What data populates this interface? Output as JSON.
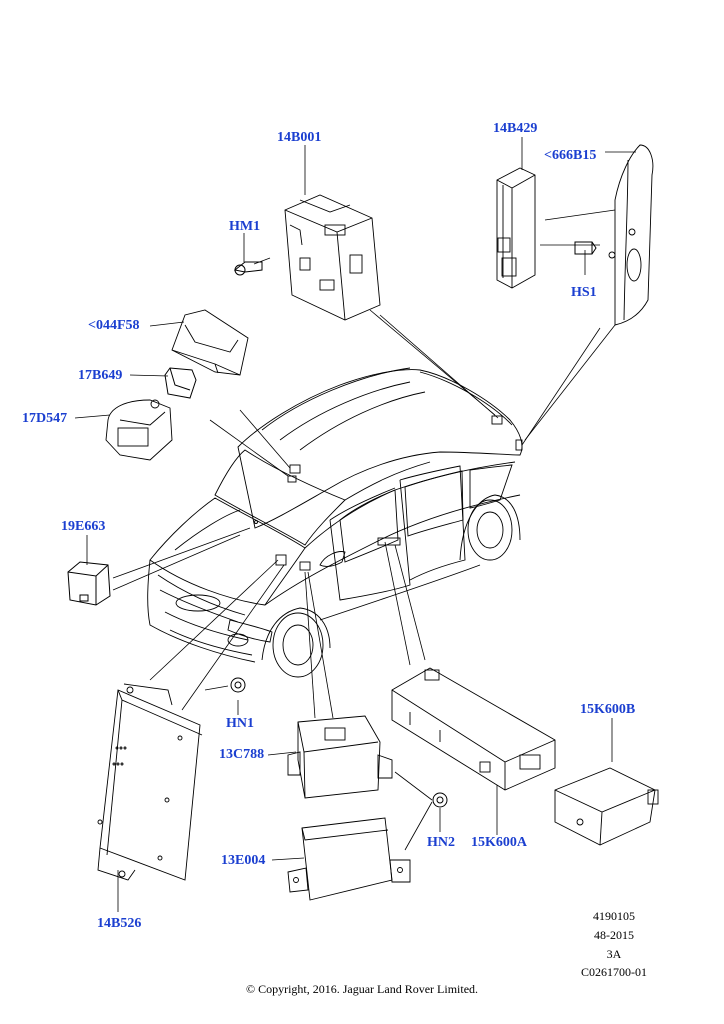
{
  "callouts": {
    "c14B001": "14B001",
    "cHM1": "HM1",
    "c14B429": "14B429",
    "c666B15": "<666B15",
    "cHS1": "HS1",
    "c044F58": "<044F58",
    "c17B649": "17B649",
    "c17D547": "17D547",
    "c19E663": "19E663",
    "cHN1": "HN1",
    "c13C788": "13C788",
    "c15K600B": "15K600B",
    "c13E004": "13E004",
    "cHN2": "HN2",
    "c15K600A": "15K600A",
    "c14B526": "14B526"
  },
  "meta": {
    "line1": "4190105",
    "line2": "48-2015",
    "line3": "3A",
    "line4": "C0261700-01"
  },
  "copyright": "© Copyright, 2016. Jaguar Land Rover Limited.",
  "colors": {
    "callout": "#1b3fd0",
    "line": "#000000"
  }
}
